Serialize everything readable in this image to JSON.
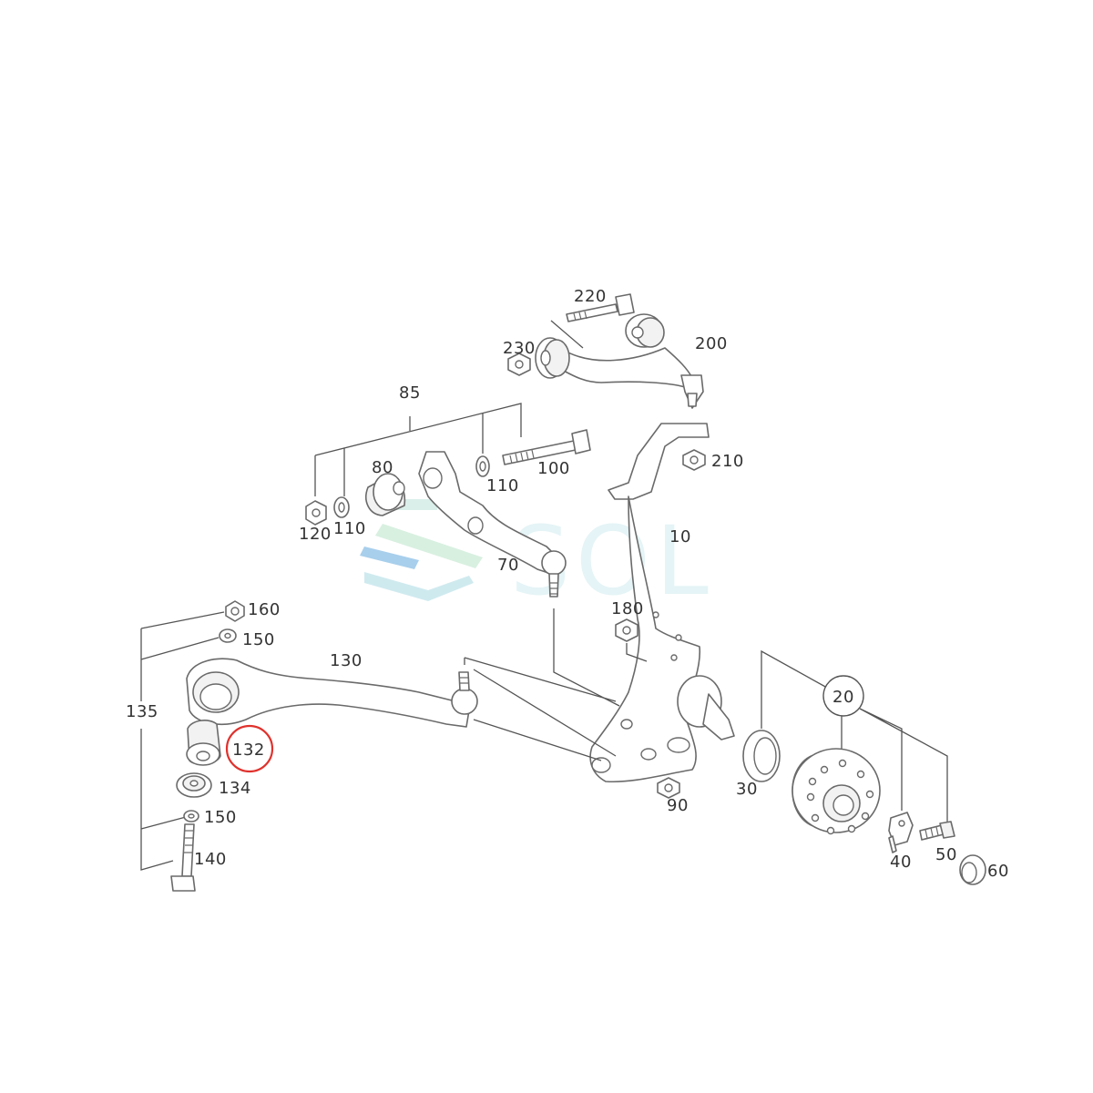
{
  "labels": {
    "p220": "220",
    "p230": "230",
    "p200": "200",
    "p85": "85",
    "p110a": "110",
    "p100": "100",
    "p210": "210",
    "p80": "80",
    "p120": "120",
    "p110b": "110",
    "p10": "10",
    "p70": "70",
    "p160": "160",
    "p150a": "150",
    "p180": "180",
    "p130": "130",
    "p135": "135",
    "p20": "20",
    "p132": "132",
    "p134": "134",
    "p30": "30",
    "p90": "90",
    "p150b": "150",
    "p140": "140",
    "p40": "40",
    "p50": "50",
    "p60": "60"
  },
  "highlight": {
    "part": "132",
    "color": "#e0322d"
  },
  "watermark": {
    "text": "SOL",
    "colors": [
      "#bfe3ea",
      "#c7ead6",
      "#7fb7e3"
    ]
  }
}
